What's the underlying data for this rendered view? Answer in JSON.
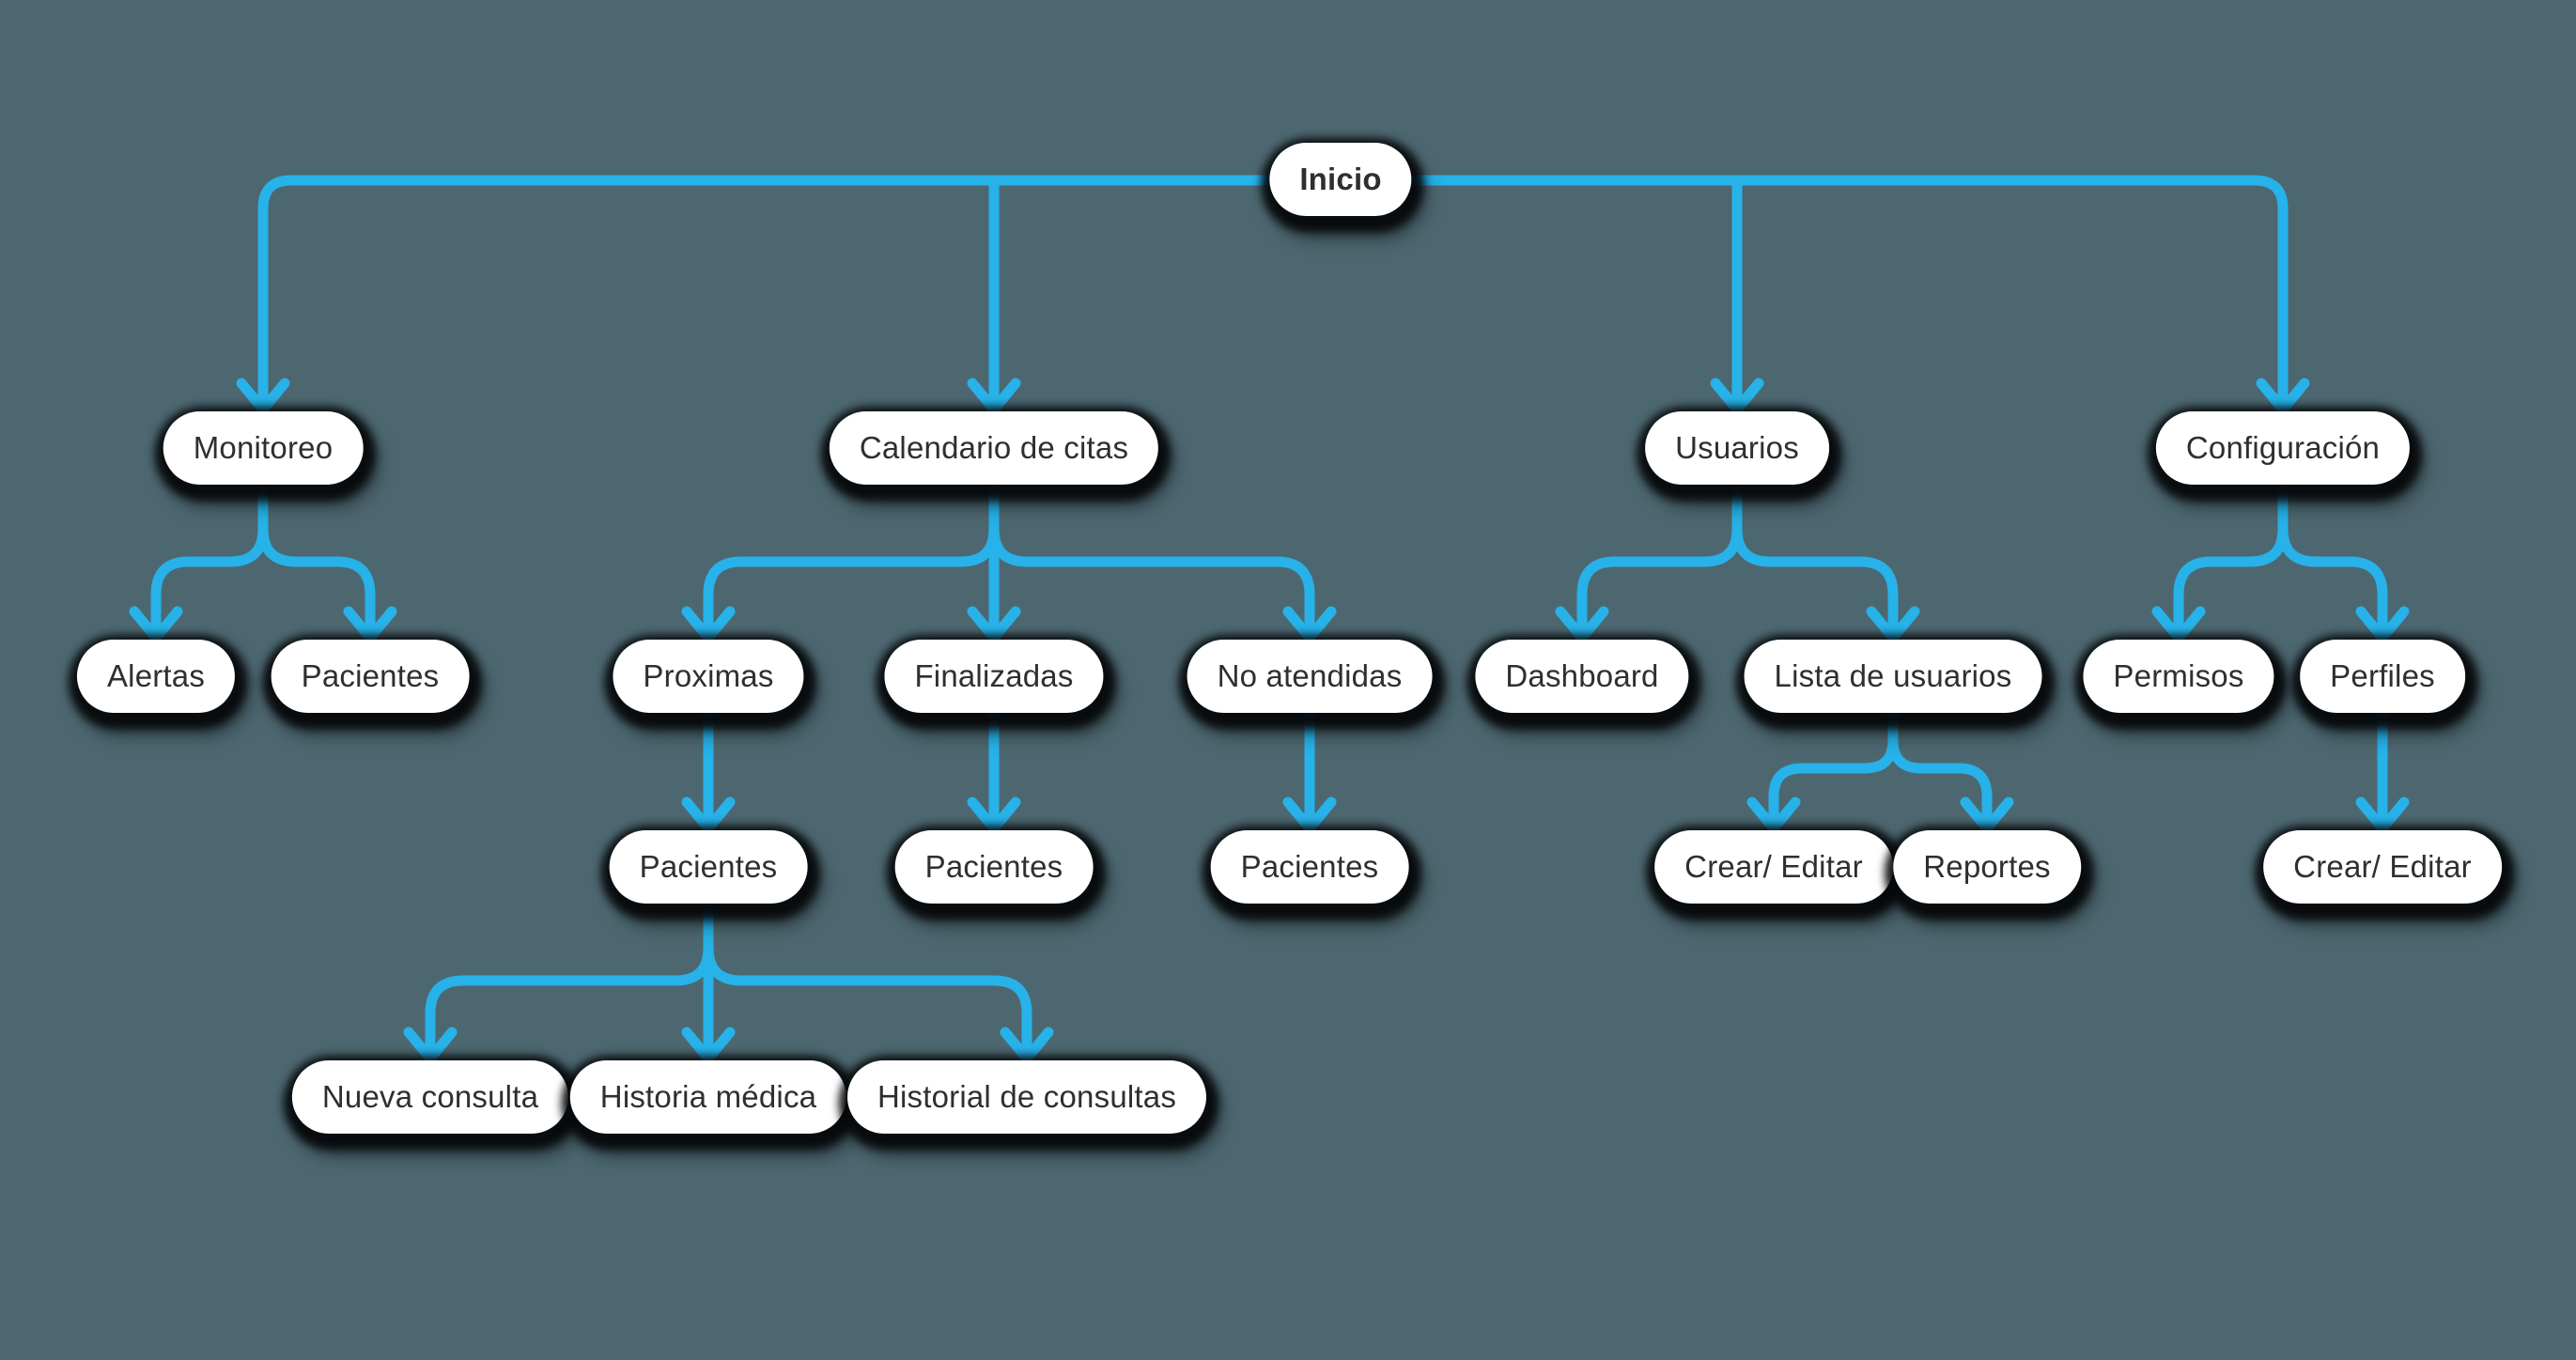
{
  "diagram": {
    "type": "sitemap-flowchart",
    "root_id": "inicio"
  },
  "colors": {
    "background": "#4D6770",
    "connector": "#27B2E9",
    "node_background": "#FFFFFF",
    "node_text": "#2D2F31",
    "node_shadow": "#06090B"
  },
  "nodes": [
    {
      "id": "inicio",
      "label": "Inicio"
    },
    {
      "id": "monitoreo",
      "label": "Monitoreo"
    },
    {
      "id": "calendario",
      "label": "Calendario de citas"
    },
    {
      "id": "usuarios",
      "label": "Usuarios"
    },
    {
      "id": "configuracion",
      "label": "Configuración"
    },
    {
      "id": "alertas",
      "label": "Alertas"
    },
    {
      "id": "pacientes_monitoreo",
      "label": "Pacientes"
    },
    {
      "id": "proximas",
      "label": "Proximas"
    },
    {
      "id": "finalizadas",
      "label": "Finalizadas"
    },
    {
      "id": "no_atendidas",
      "label": "No atendidas"
    },
    {
      "id": "dashboard",
      "label": "Dashboard"
    },
    {
      "id": "lista_usuarios",
      "label": "Lista de usuarios"
    },
    {
      "id": "permisos",
      "label": "Permisos"
    },
    {
      "id": "perfiles",
      "label": "Perfiles"
    },
    {
      "id": "pacientes_proximas",
      "label": "Pacientes"
    },
    {
      "id": "pacientes_finalizadas",
      "label": "Pacientes"
    },
    {
      "id": "pacientes_no_atendidas",
      "label": "Pacientes"
    },
    {
      "id": "crear_editar_usuarios",
      "label": "Crear/ Editar"
    },
    {
      "id": "reportes",
      "label": "Reportes"
    },
    {
      "id": "crear_editar_perfiles",
      "label": "Crear/ Editar"
    },
    {
      "id": "nueva_consulta",
      "label": "Nueva consulta"
    },
    {
      "id": "historia_medica",
      "label": "Historia médica"
    },
    {
      "id": "historial_consultas",
      "label": "Historial de consultas"
    }
  ],
  "edges": [
    {
      "from": "inicio",
      "to": "monitoreo"
    },
    {
      "from": "inicio",
      "to": "calendario"
    },
    {
      "from": "inicio",
      "to": "usuarios"
    },
    {
      "from": "inicio",
      "to": "configuracion"
    },
    {
      "from": "monitoreo",
      "to": "alertas"
    },
    {
      "from": "monitoreo",
      "to": "pacientes_monitoreo"
    },
    {
      "from": "calendario",
      "to": "proximas"
    },
    {
      "from": "calendario",
      "to": "finalizadas"
    },
    {
      "from": "calendario",
      "to": "no_atendidas"
    },
    {
      "from": "usuarios",
      "to": "dashboard"
    },
    {
      "from": "usuarios",
      "to": "lista_usuarios"
    },
    {
      "from": "configuracion",
      "to": "permisos"
    },
    {
      "from": "configuracion",
      "to": "perfiles"
    },
    {
      "from": "proximas",
      "to": "pacientes_proximas"
    },
    {
      "from": "finalizadas",
      "to": "pacientes_finalizadas"
    },
    {
      "from": "no_atendidas",
      "to": "pacientes_no_atendidas"
    },
    {
      "from": "lista_usuarios",
      "to": "crear_editar_usuarios"
    },
    {
      "from": "lista_usuarios",
      "to": "reportes"
    },
    {
      "from": "perfiles",
      "to": "crear_editar_perfiles"
    },
    {
      "from": "pacientes_proximas",
      "to": "nueva_consulta"
    },
    {
      "from": "pacientes_proximas",
      "to": "historia_medica"
    },
    {
      "from": "pacientes_proximas",
      "to": "historial_consultas"
    }
  ]
}
